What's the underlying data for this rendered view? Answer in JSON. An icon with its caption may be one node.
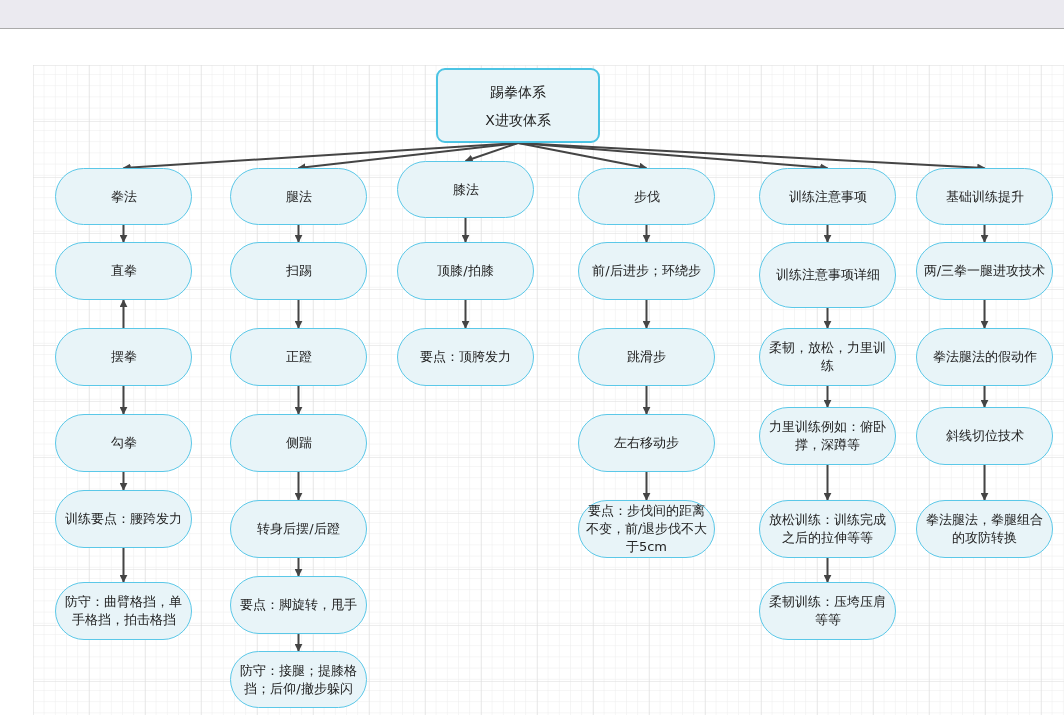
{
  "diagram": {
    "nodes": [
      {
        "text": [
          "踢拳体系",
          "X进攻体系"
        ]
      },
      {
        "text": [
          "拳法"
        ]
      },
      {
        "text": [
          "直拳"
        ]
      },
      {
        "text": [
          "摆拳"
        ]
      },
      {
        "text": [
          "勾拳"
        ]
      },
      {
        "text": [
          "训练要点：腰跨发力"
        ]
      },
      {
        "text": [
          "防守：曲臂格挡，单手格挡，拍击格挡"
        ]
      },
      {
        "text": [
          "腿法"
        ]
      },
      {
        "text": [
          "扫踢"
        ]
      },
      {
        "text": [
          "正蹬"
        ]
      },
      {
        "text": [
          "侧踹"
        ]
      },
      {
        "text": [
          "转身后摆/后蹬"
        ]
      },
      {
        "text": [
          "要点：脚旋转，甩手"
        ]
      },
      {
        "text": [
          "防守：接腿；提膝格挡；后仰/撤步躲闪"
        ]
      },
      {
        "text": [
          "膝法"
        ]
      },
      {
        "text": [
          "顶膝/拍膝"
        ]
      },
      {
        "text": [
          "要点：顶胯发力"
        ]
      },
      {
        "text": [
          "步伐"
        ]
      },
      {
        "text": [
          "前/后进步；环绕步"
        ]
      },
      {
        "text": [
          "跳滑步"
        ]
      },
      {
        "text": [
          "左右移动步"
        ]
      },
      {
        "text": [
          "要点：步伐间的距离不变，前/退步伐不大于5cm"
        ]
      },
      {
        "text": [
          "训练注意事项"
        ]
      },
      {
        "text": [
          "训练注意事项详细"
        ]
      },
      {
        "text": [
          "柔韧，放松，力里训练"
        ]
      },
      {
        "text": [
          "力里训练例如：俯卧撑，深蹲等"
        ]
      },
      {
        "text": [
          "放松训练：训练完成之后的拉伸等等"
        ]
      },
      {
        "text": [
          "柔韧训练：压垮压肩等等"
        ]
      },
      {
        "text": [
          "基础训练提升"
        ]
      },
      {
        "text": [
          "两/三拳一腿进攻技术"
        ]
      },
      {
        "text": [
          "拳法腿法的假动作"
        ]
      },
      {
        "text": [
          "斜线切位技术"
        ]
      },
      {
        "text": [
          "拳法腿法，拳腿组合的攻防转换"
        ]
      }
    ],
    "edges": [
      {
        "from": 0,
        "to": 1,
        "arrow": "to"
      },
      {
        "from": 0,
        "to": 7,
        "arrow": "to"
      },
      {
        "from": 0,
        "to": 14,
        "arrow": "to"
      },
      {
        "from": 0,
        "to": 17,
        "arrow": "to"
      },
      {
        "from": 0,
        "to": 22,
        "arrow": "to"
      },
      {
        "from": 0,
        "to": 28,
        "arrow": "to"
      },
      {
        "from": 1,
        "to": 2,
        "arrow": "to"
      },
      {
        "from": 3,
        "to": 2,
        "arrow": "to"
      },
      {
        "from": 3,
        "to": 4,
        "arrow": "to"
      },
      {
        "from": 4,
        "to": 5,
        "arrow": "to"
      },
      {
        "from": 5,
        "to": 6,
        "arrow": "to"
      },
      {
        "from": 7,
        "to": 8,
        "arrow": "to"
      },
      {
        "from": 8,
        "to": 9,
        "arrow": "to"
      },
      {
        "from": 9,
        "to": 10,
        "arrow": "to"
      },
      {
        "from": 10,
        "to": 11,
        "arrow": "to"
      },
      {
        "from": 11,
        "to": 12,
        "arrow": "to"
      },
      {
        "from": 12,
        "to": 13,
        "arrow": "to"
      },
      {
        "from": 14,
        "to": 15,
        "arrow": "to"
      },
      {
        "from": 15,
        "to": 16,
        "arrow": "to"
      },
      {
        "from": 17,
        "to": 18,
        "arrow": "to"
      },
      {
        "from": 18,
        "to": 19,
        "arrow": "to"
      },
      {
        "from": 19,
        "to": 20,
        "arrow": "to"
      },
      {
        "from": 20,
        "to": 21,
        "arrow": "to"
      },
      {
        "from": 22,
        "to": 23,
        "arrow": "to"
      },
      {
        "from": 23,
        "to": 24,
        "arrow": "to"
      },
      {
        "from": 24,
        "to": 25,
        "arrow": "to"
      },
      {
        "from": 25,
        "to": 26,
        "arrow": "to"
      },
      {
        "from": 26,
        "to": 27,
        "arrow": "to"
      },
      {
        "from": 28,
        "to": 29,
        "arrow": "to"
      },
      {
        "from": 29,
        "to": 30,
        "arrow": "to"
      },
      {
        "from": 30,
        "to": 31,
        "arrow": "to"
      },
      {
        "from": 31,
        "to": 32,
        "arrow": "to"
      }
    ]
  }
}
